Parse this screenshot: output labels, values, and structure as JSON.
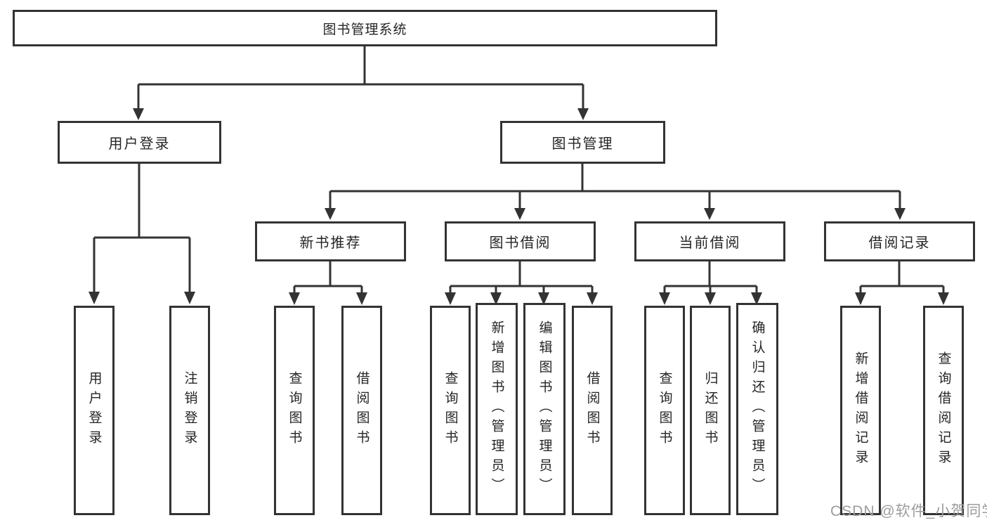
{
  "tree": {
    "root": {
      "label": "图书管理系统"
    },
    "branches": [
      {
        "label": "用户登录",
        "children": [
          {
            "label": "用户登录"
          },
          {
            "label": "注销登录"
          }
        ]
      },
      {
        "label": "图书管理",
        "children": [
          {
            "label": "新书推荐",
            "children": [
              {
                "label": "查询图书"
              },
              {
                "label": "借阅图书"
              }
            ]
          },
          {
            "label": "图书借阅",
            "children": [
              {
                "label": "查询图书"
              },
              {
                "label": "新增图书（管理员）"
              },
              {
                "label": "编辑图书（管理员）"
              },
              {
                "label": "借阅图书"
              }
            ]
          },
          {
            "label": "当前借阅",
            "children": [
              {
                "label": "查询图书"
              },
              {
                "label": "归还图书"
              },
              {
                "label": "确认归还（管理员）"
              }
            ]
          },
          {
            "label": "借阅记录",
            "children": [
              {
                "label": "新增借阅记录"
              },
              {
                "label": "查询借阅记录"
              }
            ]
          }
        ]
      }
    ]
  },
  "watermark": {
    "text": "CSDN @软件_小贺同学",
    "color": "#9c9c9c"
  },
  "colors": {
    "line": "#333333",
    "box_border": "#333333",
    "text": "#252525",
    "background": "#ffffff"
  }
}
